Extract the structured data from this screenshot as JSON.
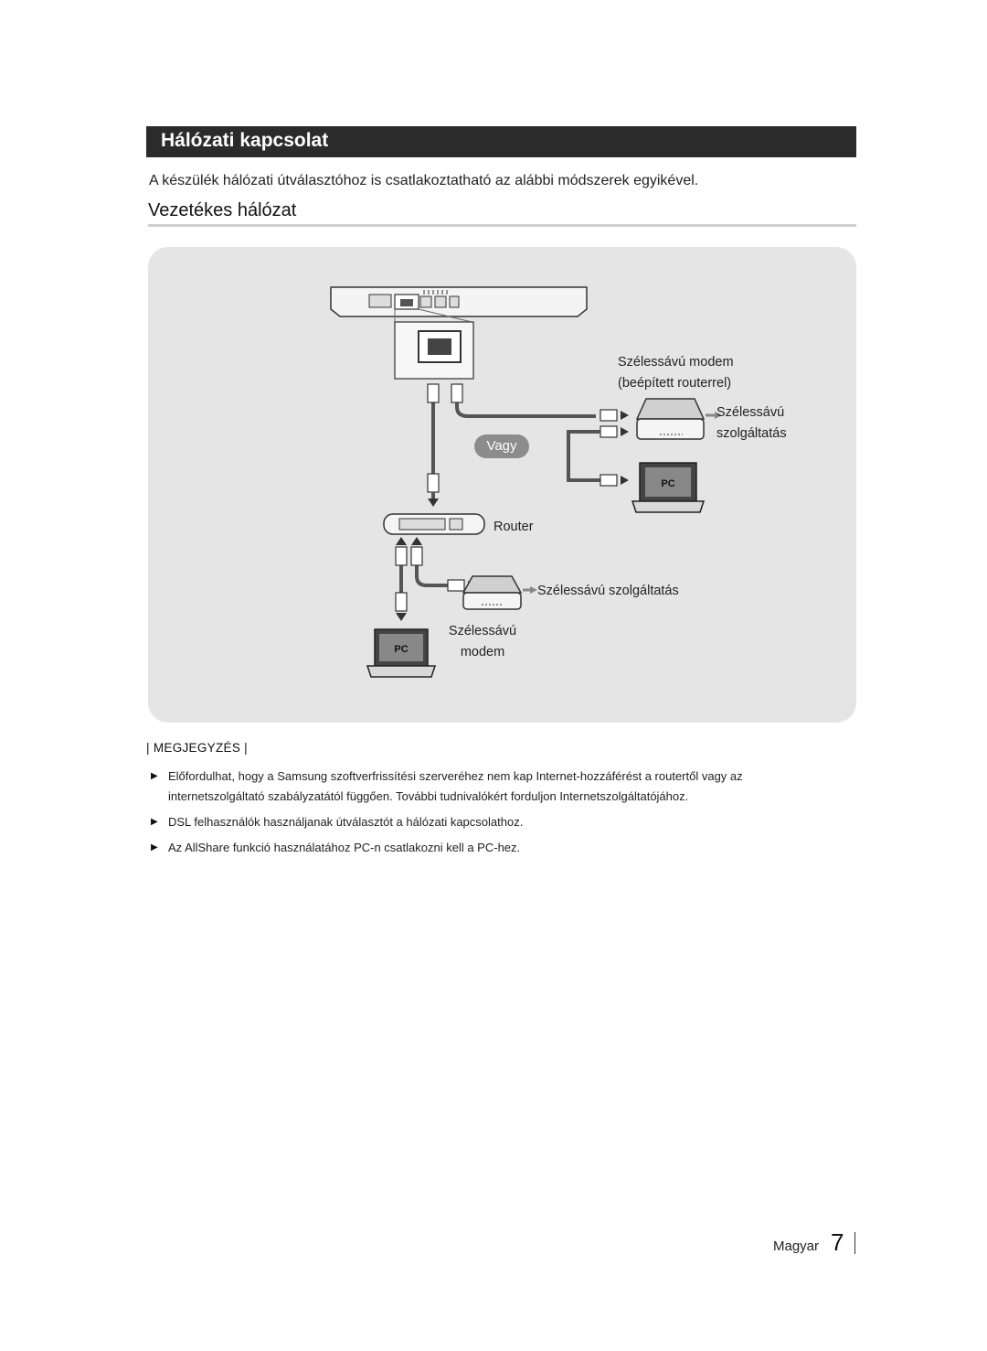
{
  "section": {
    "title": "Hálózati kapcsolat"
  },
  "intro": "A készülék hálózati útválasztóhoz is csatlakoztatható az alábbi módszerek egyikével.",
  "subheading": "Vezetékes hálózat",
  "diagram": {
    "label_modem_router_line1": "Szélessávú modem",
    "label_modem_router_line2": "(beépített routerrel)",
    "label_broadband_service_top_line1": "Szélessávú",
    "label_broadband_service_top_line2": "szolgáltatás",
    "or_label": "Vagy",
    "router_label": "Router",
    "broadband_service_bottom": "Szélessávú szolgáltatás",
    "broadband_modem_line1": "Szélessávú",
    "broadband_modem_line2": "modem",
    "pc_label": "PC"
  },
  "note": {
    "heading": "| MEGJEGYZÉS |",
    "items": [
      "Előfordulhat, hogy a Samsung szoftverfrissítési szerveréhez nem kap Internet-hozzáférést a routertől vagy az internetszolgáltató szabályzatától függően. További tudnivalókért forduljon Internetszolgáltatójához.",
      "DSL felhasználók használjanak útválasztót a hálózati kapcsolathoz.",
      "Az AllShare funkció használatához PC-n csatlakozni kell a PC-hez."
    ],
    "bullet": "▶"
  },
  "footer": {
    "language": "Magyar",
    "page_number": "7"
  }
}
